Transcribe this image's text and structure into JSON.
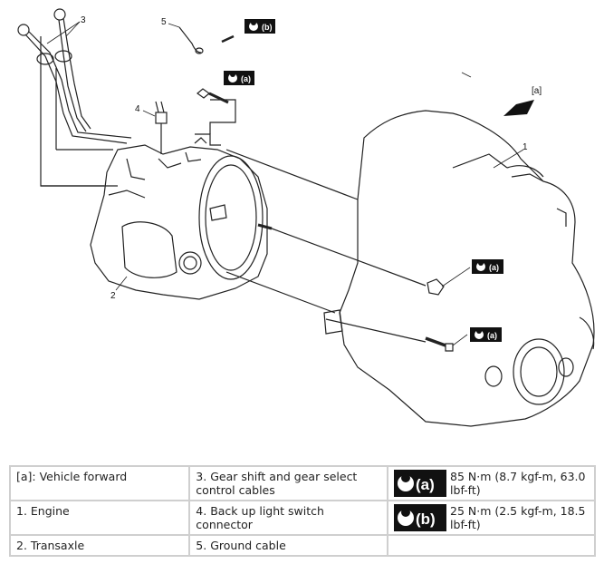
{
  "diagram": {
    "callouts": [
      "1",
      "2",
      "3",
      "4",
      "5"
    ],
    "direction_label": "[a]",
    "torque_badges": {
      "a": "(a)",
      "b": "(b)"
    }
  },
  "legend": {
    "rows": [
      {
        "left": "[a]:  Vehicle forward",
        "middle": "3.  Gear shift and gear select control cables",
        "right_badge": "(a)",
        "right": "85 N·m (8.7 kgf-m, 63.0 lbf-ft)"
      },
      {
        "left": "1.  Engine",
        "middle": "4.  Back up light switch connector",
        "right_badge": "(b)",
        "right": "25 N·m (2.5 kgf-m, 18.5 lbf-ft)"
      },
      {
        "left": "2.  Transaxle",
        "middle": "5.  Ground cable",
        "right_badge": "",
        "right": ""
      }
    ]
  }
}
